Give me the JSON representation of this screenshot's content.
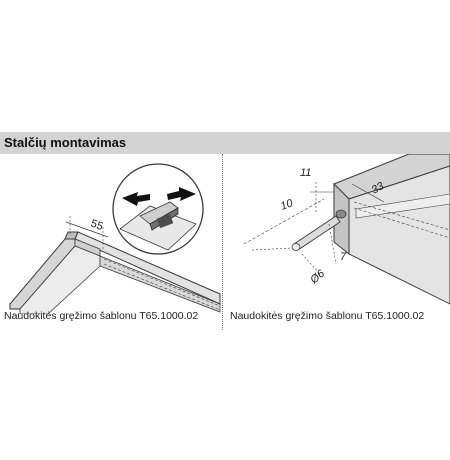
{
  "section_title": "Stalčių montavimas",
  "left": {
    "dimension_label": "55",
    "caption": "Naudokitės gręžimo šablonu T65.1000.02"
  },
  "right": {
    "dim_top": "11",
    "dim_edge": "33",
    "dim_depth": "10",
    "dim_offset": "7",
    "dim_diameter": "Ø6",
    "caption": "Naudokitės gręžimo šablonu T65.1000.02"
  },
  "colors": {
    "title_bar": "#d3d3d3",
    "panel_fill": "#e6e6e6",
    "panel_dark": "#c9c9c9",
    "line": "#3a3a3a"
  }
}
